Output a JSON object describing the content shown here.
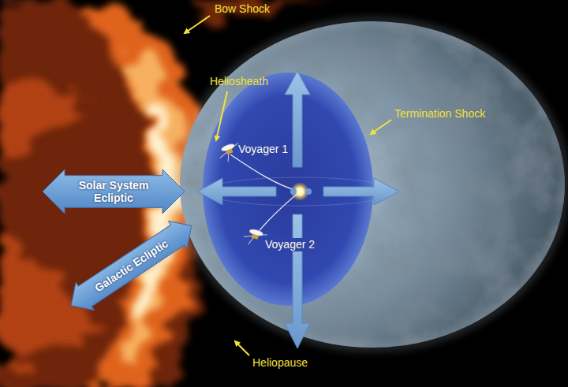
{
  "diagram": {
    "nodes": [
      {
        "text": [
          "Solar System Ecliptic"
        ]
      },
      {
        "text": [
          "Galactic Ecliptic"
        ]
      }
    ],
    "labels": [
      "Bow Shock",
      "Heliosheath",
      "Voyager 1",
      "Termination Shock",
      "Voyager 2",
      "Heliopause"
    ]
  }
}
